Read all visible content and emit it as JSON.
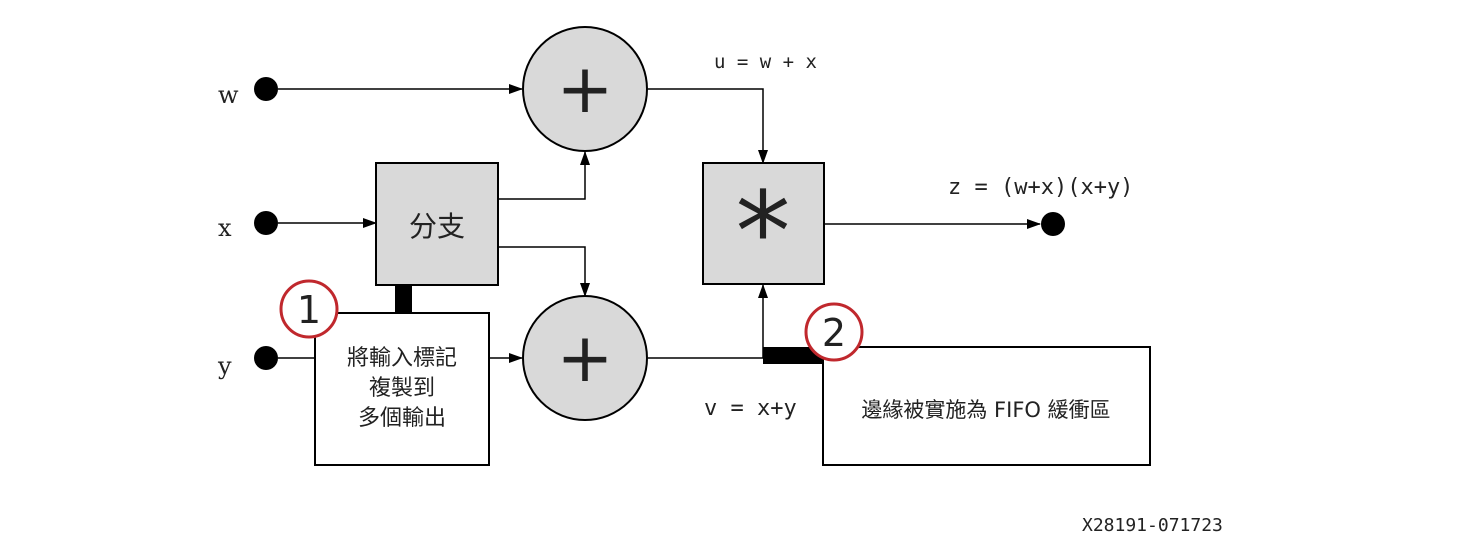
{
  "inputs": {
    "w": "w",
    "x": "x",
    "y": "y"
  },
  "branch_label": "分支",
  "adder_symbol": "+",
  "multiplier_symbol": "*",
  "eq_u": "u = w + x",
  "eq_v": "v = x+y",
  "eq_z": "z = (w+x)(x+y)",
  "note1": {
    "marker": "1",
    "lines": [
      "將輸入標記",
      "複製到",
      "多個輸出"
    ]
  },
  "note2": {
    "marker": "2",
    "text": "邊緣被實施為 FIFO 緩衝區"
  },
  "figure_id": "X28191-071723",
  "colors": {
    "node_fill": "#d9d9d9",
    "stroke": "#000000",
    "marker_ring": "#c0282d"
  }
}
